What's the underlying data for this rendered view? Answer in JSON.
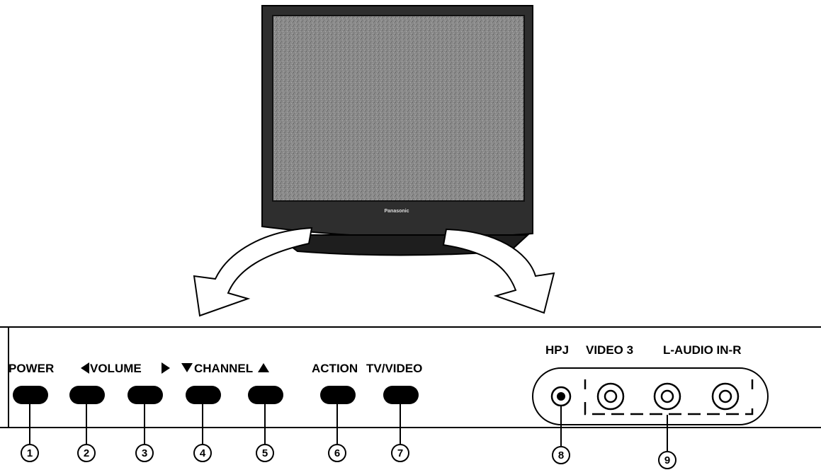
{
  "tv": {
    "brand": "Panasonic"
  },
  "labels": {
    "power": "POWER",
    "volume": "VOLUME",
    "channel": "CHANNEL",
    "action": "ACTION",
    "tv_video": "TV/VIDEO",
    "hpj": "HPJ",
    "video3": "VIDEO 3",
    "audio": "L-AUDIO IN-R"
  },
  "callouts": [
    "1",
    "2",
    "3",
    "4",
    "5",
    "6",
    "7",
    "8",
    "9"
  ]
}
